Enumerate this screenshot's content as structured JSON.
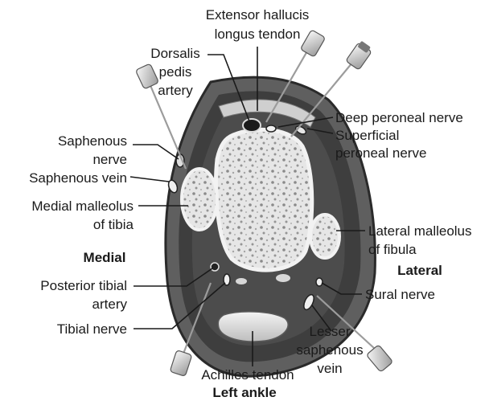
{
  "labels": {
    "extensor_1": "Extensor hallucis",
    "extensor_2": "longus tendon",
    "dorsalis_1": "Dorsalis",
    "dorsalis_2": "pedis",
    "dorsalis_3": "artery",
    "deep_peroneal": "Deep peroneal nerve",
    "superficial_1": "Superficial",
    "superficial_2": "peroneal nerve",
    "saphenous_nerve_1": "Saphenous",
    "saphenous_nerve_2": "nerve",
    "saphenous_vein": "Saphenous vein",
    "medial_malleolus_1": "Medial malleolus",
    "medial_malleolus_2": "of tibia",
    "lateral_malleolus_1": "Lateral malleolus",
    "lateral_malleolus_2": "of fibula",
    "medial": "Medial",
    "lateral": "Lateral",
    "posterior_tibial_1": "Posterior tibial",
    "posterior_tibial_2": "artery",
    "tibial_nerve": "Tibial nerve",
    "sural_nerve": "Sural nerve",
    "lesser_saphenous_1": "Lesser",
    "lesser_saphenous_2": "saphenous",
    "lesser_saphenous_3": "vein",
    "achilles": "Achilles tendon",
    "caption": "Left ankle"
  }
}
